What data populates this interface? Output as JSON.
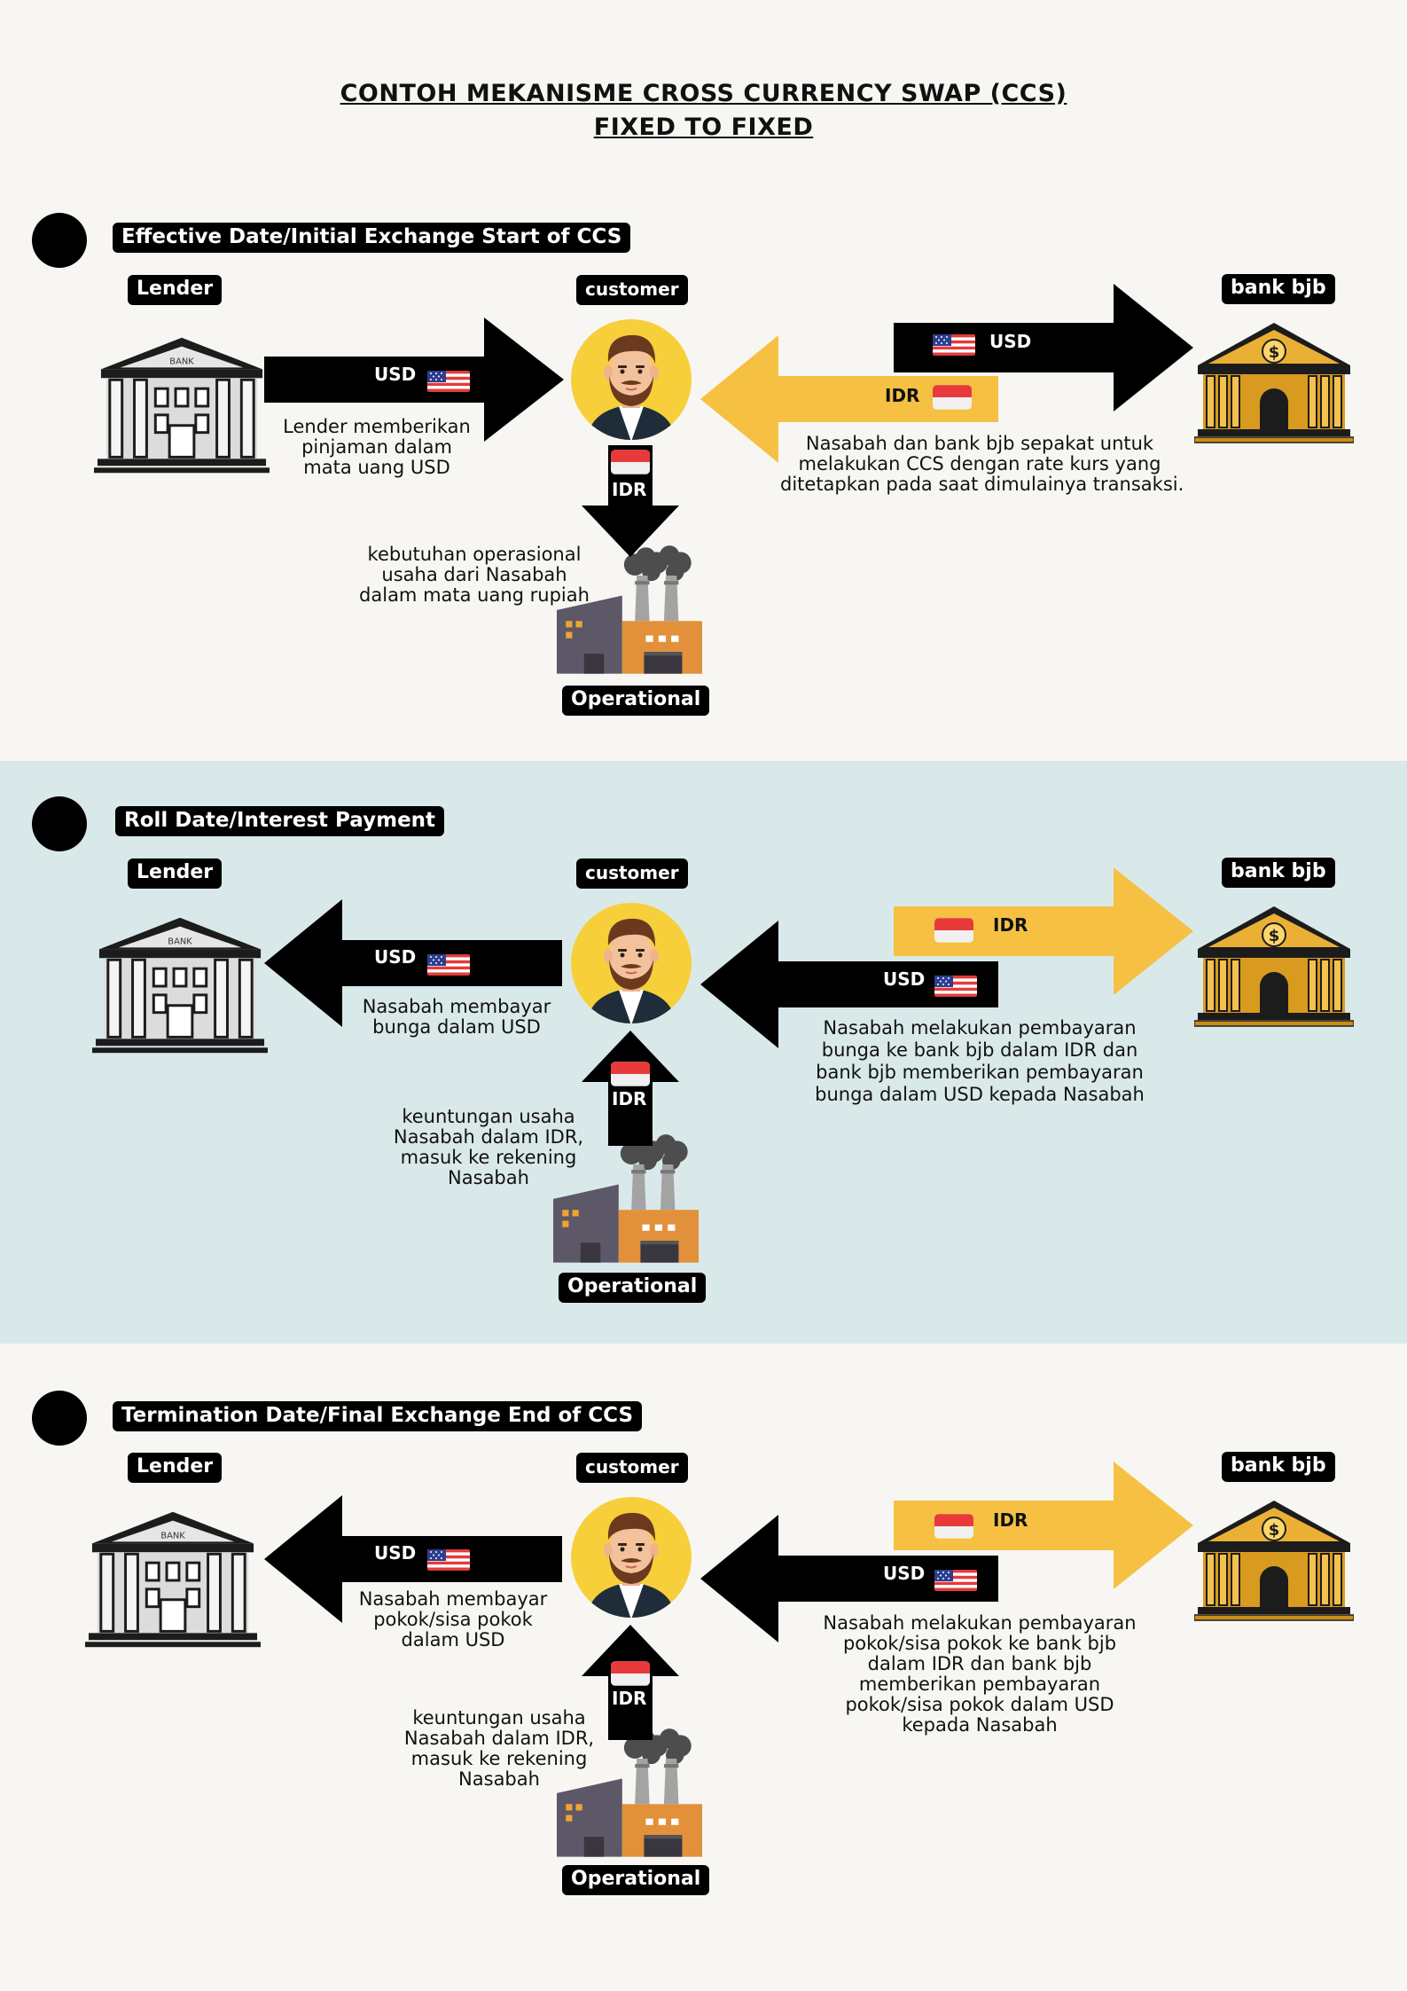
{
  "title": {
    "line1": "CONTOH MEKANISME CROSS CURRENCY SWAP (CCS)",
    "line2": "FIXED TO FIXED"
  },
  "colors": {
    "background": "#f8f6f3",
    "band": "#d9e9ea",
    "yellow_arrow": "#f6c142",
    "black_arrow": "#000000",
    "bank_gold": "#e3a52a"
  },
  "icons": [
    "lender-bank-icon",
    "customer-avatar-icon",
    "bank-bjb-icon",
    "factory-icon",
    "us-flag-icon",
    "indonesia-flag-icon"
  ],
  "sections": [
    {
      "heading": "Effective Date/Initial Exchange Start of CCS",
      "lender": "Lender",
      "customer": "customer",
      "bank": "bank bjb",
      "operational": "Operational",
      "left_arrow_label": "USD",
      "right_top_label": "USD",
      "right_bottom_label": "IDR",
      "vertical_label": "IDR",
      "left_caption": [
        "Lender memberikan",
        "pinjaman dalam",
        "mata uang USD"
      ],
      "right_caption": [
        "Nasabah dan bank bjb sepakat untuk",
        "melakukan CCS dengan rate kurs yang",
        "ditetapkan pada saat dimulainya transaksi."
      ],
      "vertical_caption": [
        "kebutuhan operasional",
        "usaha dari Nasabah",
        "dalam mata uang rupiah"
      ]
    },
    {
      "heading": "Roll Date/Interest Payment",
      "lender": "Lender",
      "customer": "customer",
      "bank": "bank bjb",
      "operational": "Operational",
      "left_arrow_label": "USD",
      "right_top_label": "IDR",
      "right_bottom_label": "USD",
      "vertical_label": "IDR",
      "left_caption": [
        "Nasabah membayar",
        "bunga dalam USD"
      ],
      "right_caption": [
        "Nasabah melakukan pembayaran",
        "bunga ke bank bjb dalam IDR dan",
        "bank bjb memberikan pembayaran",
        "bunga dalam USD kepada Nasabah"
      ],
      "vertical_caption": [
        "keuntungan usaha",
        "Nasabah dalam IDR,",
        "masuk ke rekening",
        "Nasabah"
      ]
    },
    {
      "heading": "Termination Date/Final Exchange End of CCS",
      "lender": "Lender",
      "customer": "customer",
      "bank": "bank bjb",
      "operational": "Operational",
      "left_arrow_label": "USD",
      "right_top_label": "IDR",
      "right_bottom_label": "USD",
      "vertical_label": "IDR",
      "left_caption": [
        "Nasabah membayar",
        "pokok/sisa pokok",
        "dalam USD"
      ],
      "right_caption": [
        "Nasabah melakukan pembayaran",
        "pokok/sisa pokok ke bank bjb",
        "dalam IDR dan bank bjb",
        "memberikan pembayaran",
        "pokok/sisa pokok dalam USD",
        "kepada Nasabah"
      ],
      "vertical_caption": [
        "keuntungan usaha",
        "Nasabah dalam IDR,",
        "masuk ke rekening",
        "Nasabah"
      ]
    }
  ]
}
